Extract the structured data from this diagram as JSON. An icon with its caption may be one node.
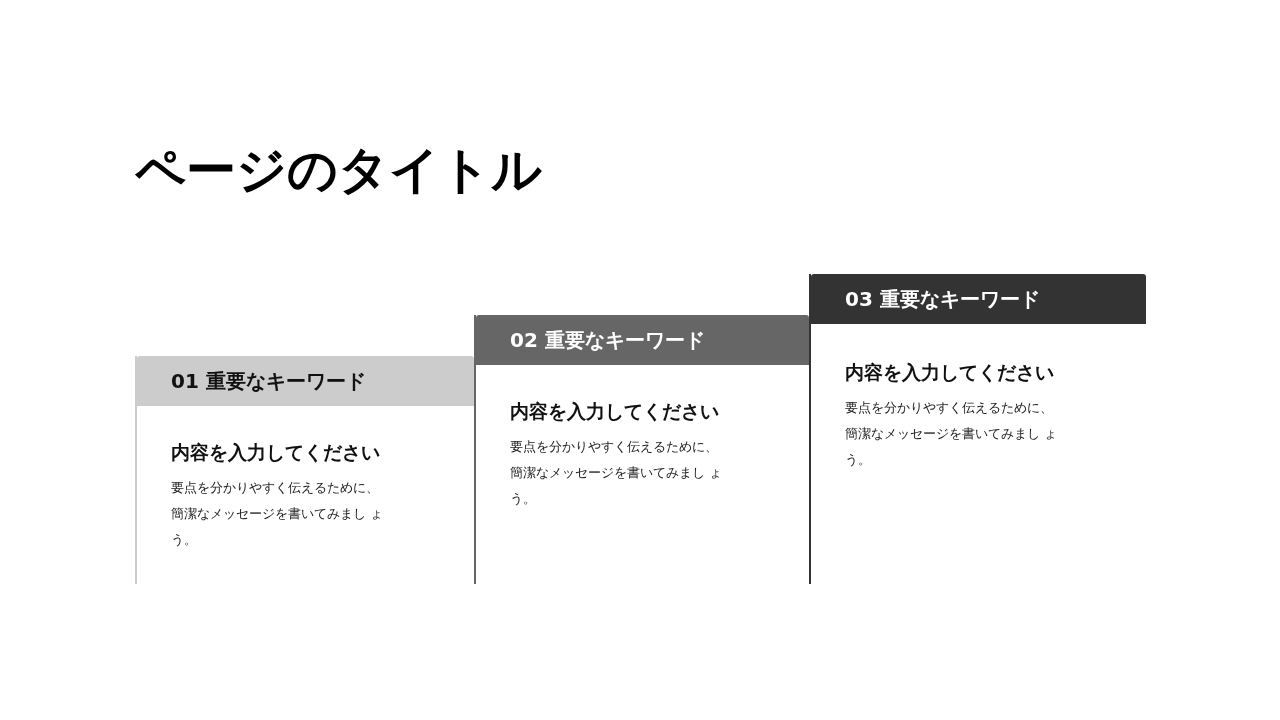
{
  "diagram": {
    "title": "ページのタイトル",
    "nodes": [
      {
        "text": [
          "01 重要なキーワード",
          "内容を入力してください",
          "要点を分かりやすく伝えるために、簡潔なメッセージを書いてみまし ょう。"
        ]
      },
      {
        "text": [
          "02 重要なキーワード",
          "内容を入力してください",
          "要点を分かりやすく伝えるために、簡潔なメッセージを書いてみまし ょう。"
        ]
      },
      {
        "text": [
          "03 重要なキーワード",
          "内容を入力してください",
          "要点を分かりやすく伝えるために、簡潔なメッセージを書いてみまし ょう。"
        ]
      }
    ]
  }
}
